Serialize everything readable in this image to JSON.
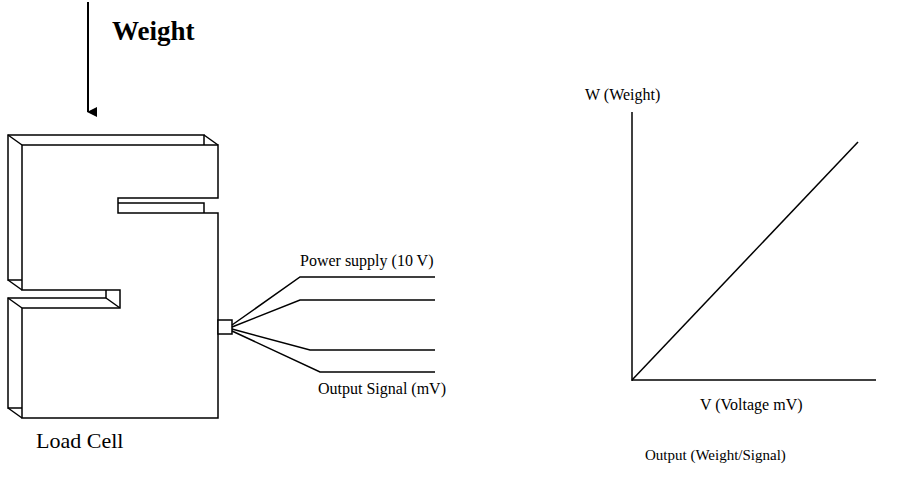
{
  "diagram": {
    "labels": [
      "Weight",
      "Power supply (10 V)",
      "Output Signal (mV)",
      "Load Cell",
      "W (Weight)",
      "V (Voltage mV)",
      "Output (Weight/Signal)"
    ]
  }
}
